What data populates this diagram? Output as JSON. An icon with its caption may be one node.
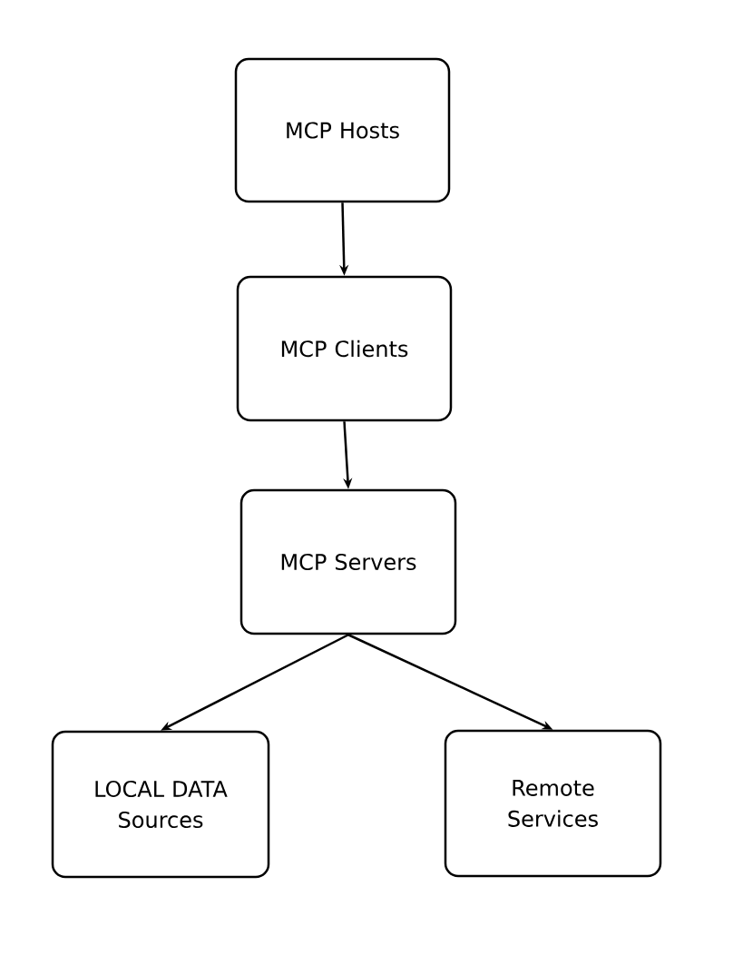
{
  "diagram": {
    "nodes": [
      {
        "text": [
          "MCP Hosts"
        ]
      },
      {
        "text": [
          "MCP Clients"
        ]
      },
      {
        "text": [
          "MCP Servers"
        ]
      },
      {
        "text": [
          "LOCAL DATA Sources"
        ]
      },
      {
        "text": [
          "Remote Services"
        ]
      }
    ],
    "edges": [
      {
        "from": 0,
        "to": 1,
        "arrow": "to"
      },
      {
        "from": 1,
        "to": 2,
        "arrow": "to"
      },
      {
        "from": 2,
        "to": 3,
        "arrow": "to"
      },
      {
        "from": 2,
        "to": 4,
        "arrow": "to"
      }
    ]
  }
}
